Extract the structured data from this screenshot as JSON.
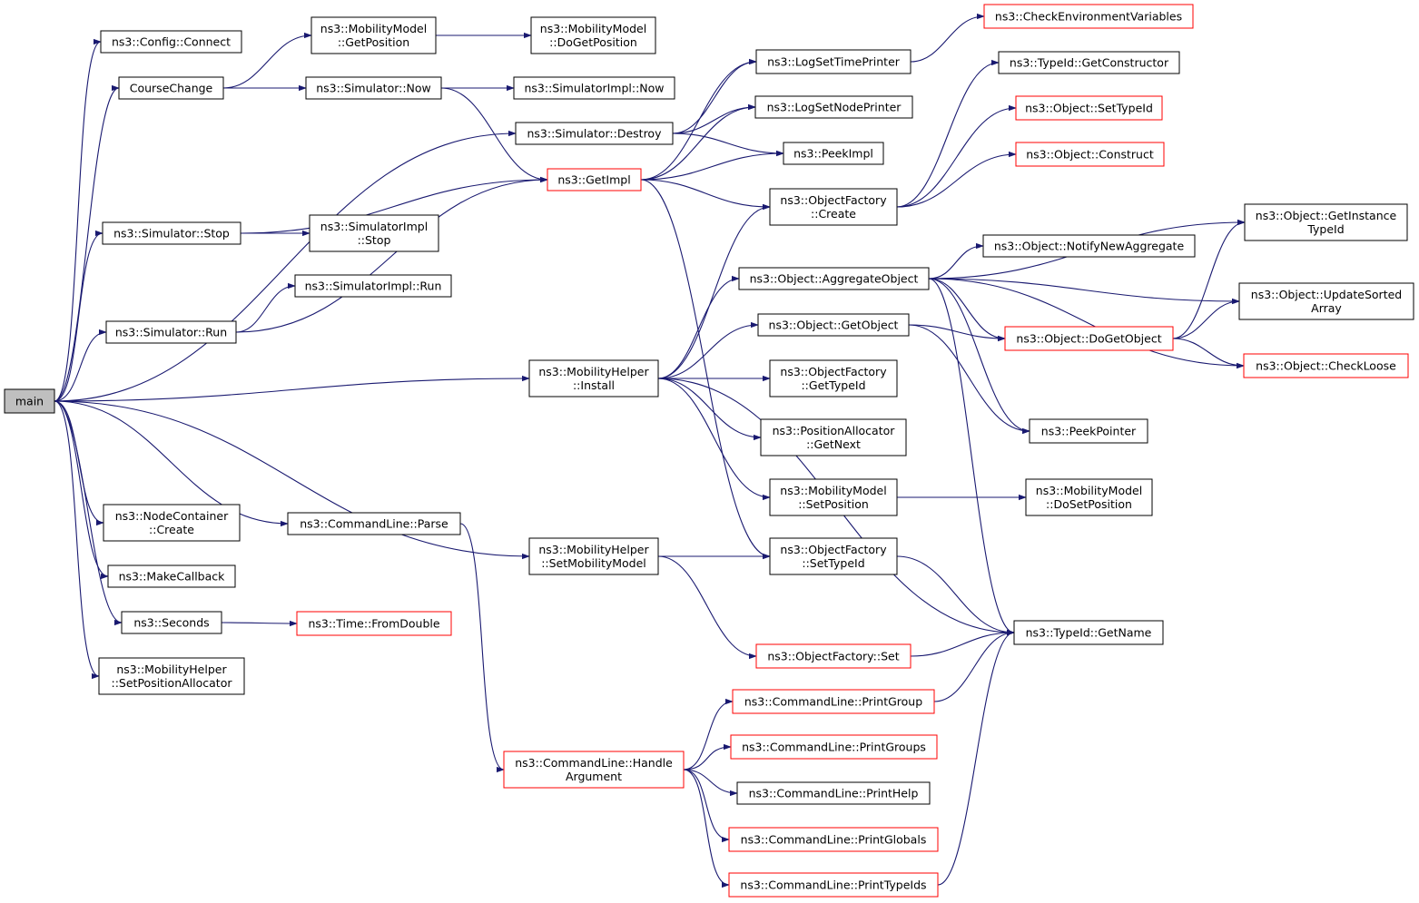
{
  "colors": {
    "edge": "#191970",
    "border_normal": "#000000",
    "border_truncated": "#ff0000",
    "root_fill": "#bfbfbf"
  },
  "nodes": [
    {
      "id": "main",
      "lines": [
        "main"
      ],
      "style": "root"
    },
    {
      "id": "config_connect",
      "lines": [
        "ns3::Config::Connect"
      ],
      "style": "normal"
    },
    {
      "id": "coursechange",
      "lines": [
        "CourseChange"
      ],
      "style": "normal"
    },
    {
      "id": "mm_getpos",
      "lines": [
        "ns3::MobilityModel",
        "::GetPosition"
      ],
      "style": "normal"
    },
    {
      "id": "mm_dogetpos",
      "lines": [
        "ns3::MobilityModel",
        "::DoGetPosition"
      ],
      "style": "normal"
    },
    {
      "id": "sim_now",
      "lines": [
        "ns3::Simulator::Now"
      ],
      "style": "normal"
    },
    {
      "id": "simimpl_now",
      "lines": [
        "ns3::SimulatorImpl::Now"
      ],
      "style": "normal"
    },
    {
      "id": "sim_destroy",
      "lines": [
        "ns3::Simulator::Destroy"
      ],
      "style": "normal"
    },
    {
      "id": "getimpl",
      "lines": [
        "ns3::GetImpl"
      ],
      "style": "truncated"
    },
    {
      "id": "sim_stop",
      "lines": [
        "ns3::Simulator::Stop"
      ],
      "style": "normal"
    },
    {
      "id": "simimpl_stop",
      "lines": [
        "ns3::SimulatorImpl",
        "::Stop"
      ],
      "style": "normal"
    },
    {
      "id": "simimpl_run",
      "lines": [
        "ns3::SimulatorImpl::Run"
      ],
      "style": "normal"
    },
    {
      "id": "sim_run",
      "lines": [
        "ns3::Simulator::Run"
      ],
      "style": "normal"
    },
    {
      "id": "checkenv",
      "lines": [
        "ns3::CheckEnvironmentVariables"
      ],
      "style": "truncated"
    },
    {
      "id": "logtime",
      "lines": [
        "ns3::LogSetTimePrinter"
      ],
      "style": "normal"
    },
    {
      "id": "lognode",
      "lines": [
        "ns3::LogSetNodePrinter"
      ],
      "style": "normal"
    },
    {
      "id": "peekimpl",
      "lines": [
        "ns3::PeekImpl"
      ],
      "style": "normal"
    },
    {
      "id": "of_create",
      "lines": [
        "ns3::ObjectFactory",
        "::Create"
      ],
      "style": "normal"
    },
    {
      "id": "typeid_getctor",
      "lines": [
        "ns3::TypeId::GetConstructor"
      ],
      "style": "normal"
    },
    {
      "id": "obj_settypeid",
      "lines": [
        "ns3::Object::SetTypeId"
      ],
      "style": "truncated"
    },
    {
      "id": "obj_construct",
      "lines": [
        "ns3::Object::Construct"
      ],
      "style": "truncated"
    },
    {
      "id": "obj_getinst",
      "lines": [
        "ns3::Object::GetInstance",
        "TypeId"
      ],
      "style": "normal"
    },
    {
      "id": "obj_notify",
      "lines": [
        "ns3::Object::NotifyNewAggregate"
      ],
      "style": "normal"
    },
    {
      "id": "obj_aggregate",
      "lines": [
        "ns3::Object::AggregateObject"
      ],
      "style": "normal"
    },
    {
      "id": "obj_updsorted",
      "lines": [
        "ns3::Object::UpdateSorted",
        "Array"
      ],
      "style": "normal"
    },
    {
      "id": "obj_getobject",
      "lines": [
        "ns3::Object::GetObject"
      ],
      "style": "normal"
    },
    {
      "id": "obj_dogetobject",
      "lines": [
        "ns3::Object::DoGetObject"
      ],
      "style": "truncated"
    },
    {
      "id": "obj_checkloose",
      "lines": [
        "ns3::Object::CheckLoose"
      ],
      "style": "truncated"
    },
    {
      "id": "mh_install",
      "lines": [
        "ns3::MobilityHelper",
        "::Install"
      ],
      "style": "normal"
    },
    {
      "id": "of_gettypeid",
      "lines": [
        "ns3::ObjectFactory",
        "::GetTypeId"
      ],
      "style": "normal"
    },
    {
      "id": "pa_getnext",
      "lines": [
        "ns3::PositionAllocator",
        "::GetNext"
      ],
      "style": "normal"
    },
    {
      "id": "peekpointer",
      "lines": [
        "ns3::PeekPointer"
      ],
      "style": "normal"
    },
    {
      "id": "mm_setpos",
      "lines": [
        "ns3::MobilityModel",
        "::SetPosition"
      ],
      "style": "normal"
    },
    {
      "id": "mm_dosetpos",
      "lines": [
        "ns3::MobilityModel",
        "::DoSetPosition"
      ],
      "style": "normal"
    },
    {
      "id": "nc_create",
      "lines": [
        "ns3::NodeContainer",
        "::Create"
      ],
      "style": "normal"
    },
    {
      "id": "cl_parse",
      "lines": [
        "ns3::CommandLine::Parse"
      ],
      "style": "normal"
    },
    {
      "id": "mh_setmm",
      "lines": [
        "ns3::MobilityHelper",
        "::SetMobilityModel"
      ],
      "style": "normal"
    },
    {
      "id": "of_settypeid",
      "lines": [
        "ns3::ObjectFactory",
        "::SetTypeId"
      ],
      "style": "normal"
    },
    {
      "id": "makecallback",
      "lines": [
        "ns3::MakeCallback"
      ],
      "style": "normal"
    },
    {
      "id": "seconds",
      "lines": [
        "ns3::Seconds"
      ],
      "style": "normal"
    },
    {
      "id": "time_fromdouble",
      "lines": [
        "ns3::Time::FromDouble"
      ],
      "style": "truncated"
    },
    {
      "id": "typeid_getname",
      "lines": [
        "ns3::TypeId::GetName"
      ],
      "style": "normal"
    },
    {
      "id": "of_set",
      "lines": [
        "ns3::ObjectFactory::Set"
      ],
      "style": "truncated"
    },
    {
      "id": "mh_setposalloc",
      "lines": [
        "ns3::MobilityHelper",
        "::SetPositionAllocator"
      ],
      "style": "normal"
    },
    {
      "id": "cl_printgroup",
      "lines": [
        "ns3::CommandLine::PrintGroup"
      ],
      "style": "truncated"
    },
    {
      "id": "cl_printgroups",
      "lines": [
        "ns3::CommandLine::PrintGroups"
      ],
      "style": "truncated"
    },
    {
      "id": "cl_handlearg",
      "lines": [
        "ns3::CommandLine::Handle",
        "Argument"
      ],
      "style": "truncated"
    },
    {
      "id": "cl_printhelp",
      "lines": [
        "ns3::CommandLine::PrintHelp"
      ],
      "style": "normal"
    },
    {
      "id": "cl_printglobals",
      "lines": [
        "ns3::CommandLine::PrintGlobals"
      ],
      "style": "truncated"
    },
    {
      "id": "cl_printtypeids",
      "lines": [
        "ns3::CommandLine::PrintTypeIds"
      ],
      "style": "truncated"
    }
  ],
  "edges": [
    [
      "main",
      "config_connect"
    ],
    [
      "main",
      "coursechange"
    ],
    [
      "main",
      "sim_destroy"
    ],
    [
      "main",
      "sim_stop"
    ],
    [
      "main",
      "sim_run"
    ],
    [
      "main",
      "mh_install"
    ],
    [
      "main",
      "nc_create"
    ],
    [
      "main",
      "cl_parse"
    ],
    [
      "main",
      "mh_setmm"
    ],
    [
      "main",
      "makecallback"
    ],
    [
      "main",
      "seconds"
    ],
    [
      "main",
      "mh_setposalloc"
    ],
    [
      "coursechange",
      "mm_getpos"
    ],
    [
      "coursechange",
      "sim_now"
    ],
    [
      "mm_getpos",
      "mm_dogetpos"
    ],
    [
      "sim_now",
      "simimpl_now"
    ],
    [
      "sim_now",
      "getimpl"
    ],
    [
      "sim_destroy",
      "logtime"
    ],
    [
      "sim_destroy",
      "lognode"
    ],
    [
      "sim_destroy",
      "peekimpl"
    ],
    [
      "getimpl",
      "logtime"
    ],
    [
      "getimpl",
      "lognode"
    ],
    [
      "getimpl",
      "peekimpl"
    ],
    [
      "getimpl",
      "of_create"
    ],
    [
      "getimpl",
      "of_settypeid"
    ],
    [
      "sim_stop",
      "getimpl"
    ],
    [
      "sim_stop",
      "simimpl_stop"
    ],
    [
      "sim_run",
      "simimpl_run"
    ],
    [
      "sim_run",
      "getimpl"
    ],
    [
      "logtime",
      "checkenv"
    ],
    [
      "of_create",
      "typeid_getctor"
    ],
    [
      "of_create",
      "obj_settypeid"
    ],
    [
      "of_create",
      "obj_construct"
    ],
    [
      "obj_aggregate",
      "obj_getinst"
    ],
    [
      "obj_aggregate",
      "obj_notify"
    ],
    [
      "obj_aggregate",
      "obj_updsorted"
    ],
    [
      "obj_aggregate",
      "obj_dogetobject"
    ],
    [
      "obj_aggregate",
      "obj_checkloose"
    ],
    [
      "obj_aggregate",
      "peekpointer"
    ],
    [
      "obj_aggregate",
      "typeid_getname"
    ],
    [
      "obj_getobject",
      "obj_dogetobject"
    ],
    [
      "obj_getobject",
      "peekpointer"
    ],
    [
      "obj_dogetobject",
      "obj_getinst"
    ],
    [
      "obj_dogetobject",
      "obj_updsorted"
    ],
    [
      "obj_dogetobject",
      "obj_checkloose"
    ],
    [
      "mh_install",
      "of_create"
    ],
    [
      "mh_install",
      "obj_aggregate"
    ],
    [
      "mh_install",
      "obj_getobject"
    ],
    [
      "mh_install",
      "of_gettypeid"
    ],
    [
      "mh_install",
      "pa_getnext"
    ],
    [
      "mh_install",
      "mm_setpos"
    ],
    [
      "mh_install",
      "typeid_getname"
    ],
    [
      "mm_setpos",
      "mm_dosetpos"
    ],
    [
      "cl_parse",
      "cl_handlearg"
    ],
    [
      "mh_setmm",
      "of_settypeid"
    ],
    [
      "mh_setmm",
      "of_set"
    ],
    [
      "of_settypeid",
      "typeid_getname"
    ],
    [
      "of_set",
      "typeid_getname"
    ],
    [
      "seconds",
      "time_fromdouble"
    ],
    [
      "cl_printgroup",
      "typeid_getname"
    ],
    [
      "cl_printtypeids",
      "typeid_getname"
    ],
    [
      "cl_handlearg",
      "cl_printgroup"
    ],
    [
      "cl_handlearg",
      "cl_printgroups"
    ],
    [
      "cl_handlearg",
      "cl_printhelp"
    ],
    [
      "cl_handlearg",
      "cl_printglobals"
    ],
    [
      "cl_handlearg",
      "cl_printtypeids"
    ]
  ]
}
